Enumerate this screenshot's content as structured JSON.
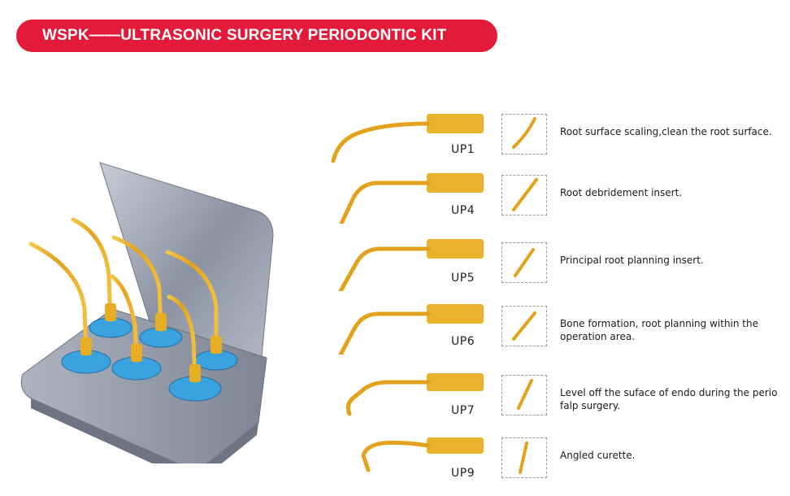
{
  "banner": {
    "title": "WSPK——ULTRASONIC SURGERY PERIODONTIC KIT"
  },
  "colors": {
    "banner_red": "#e41a3a",
    "gold": "#e6a61a",
    "blue": "#3aa2de",
    "steel": "#9aa3b0"
  },
  "kit_image": {
    "icon": "ultrasonic-kit-tray-icon"
  },
  "tips": [
    {
      "code": "UP1",
      "description": "Root surface scaling,clean the root surface."
    },
    {
      "code": "UP4",
      "description": "Root debridement insert."
    },
    {
      "code": "UP5",
      "description": "Principal root planning insert."
    },
    {
      "code": "UP6",
      "description": "Bone formation, root planning within the operation area."
    },
    {
      "code": "UP7",
      "description": "Level off the suface of endo during the perio falp surgery."
    },
    {
      "code": "UP9",
      "description": "Angled curette."
    }
  ]
}
